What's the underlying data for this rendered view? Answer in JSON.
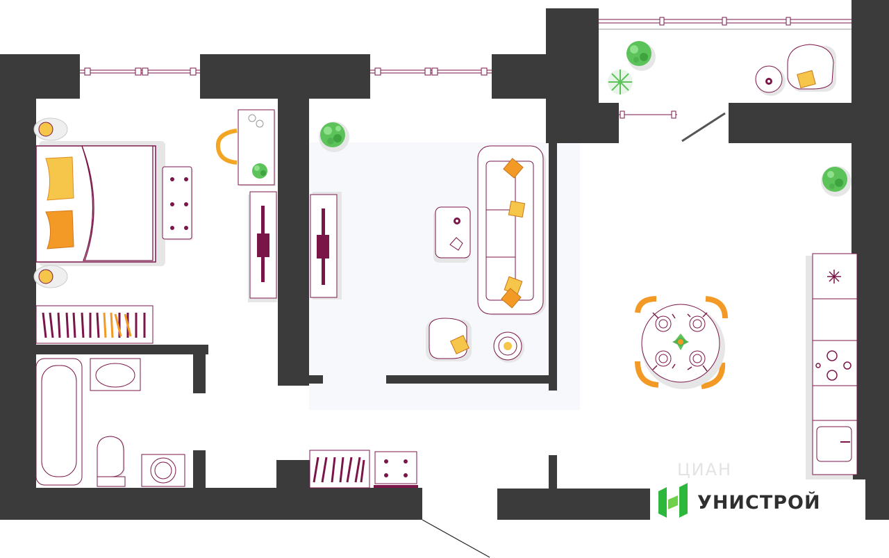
{
  "brand": {
    "name": "УНИСТРОЙ"
  },
  "watermark": {
    "text": "ЦИАН"
  },
  "rooms": [
    {
      "name": "bedroom"
    },
    {
      "name": "living-room"
    },
    {
      "name": "kitchen"
    },
    {
      "name": "bathroom"
    },
    {
      "name": "hallway"
    },
    {
      "name": "balcony"
    }
  ],
  "colors": {
    "wall": "#3b3b3b",
    "accent": "#7a1548",
    "orange": "#f39a26",
    "yellow": "#f6c64a",
    "green": "#5cc25a",
    "floor_tint": "#f7f8fb"
  }
}
